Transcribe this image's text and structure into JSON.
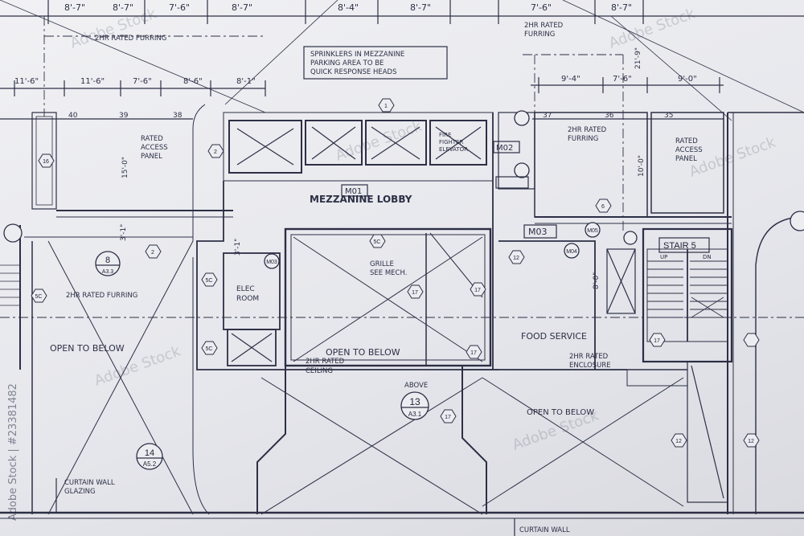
{
  "dimensions": {
    "top": [
      "8'-7\"",
      "8'-7\"",
      "7'-6\"",
      "8'-7\"",
      "8'-4\"",
      "8'-7\"",
      "7'-6\"",
      "8'-7\""
    ],
    "second_left": [
      "11'-6\"",
      "11'-6\"",
      "7'-6\"",
      "8'-6\"",
      "8'-1\""
    ],
    "second_right": [
      "9'-4\"",
      "7'-6\"",
      "9'-0\""
    ],
    "vertical": [
      "21'-9\"",
      "15'-0\"",
      "3'-1\"",
      "3'-1\"",
      "8'-0\"",
      "10'-0\""
    ]
  },
  "notes": {
    "sprinkler": [
      "SPRINKLERS IN MEZZANINE",
      "PARKING AREA TO BE",
      "QUICK RESPONSE HEADS"
    ],
    "furring_top": "2HR RATED FURRING",
    "furring_right": [
      "2HR RATED",
      "FURRING"
    ],
    "furring_right2": [
      "2HR RATED",
      "FURRING"
    ],
    "access_panel_left": [
      "RATED",
      "ACCESS",
      "PANEL"
    ],
    "access_panel_right": [
      "RATED",
      "ACCESS",
      "PANEL"
    ],
    "furring_left": "2HR RATED FURRING",
    "grille": [
      "GRILLE",
      "SEE MECH."
    ],
    "ceiling": [
      "2HR RATED",
      "CEILING"
    ],
    "enclosure": [
      "2HR RATED",
      "ENCLOSURE"
    ],
    "elevator": [
      "FIRE",
      "FIGHTER",
      "ELEVATOR"
    ],
    "above": "ABOVE",
    "curtain_wall_glazing": [
      "CURTAIN WALL",
      "GLAZING"
    ],
    "curtain_wall_bottom": "CURTAIN WALL"
  },
  "rooms": {
    "lobby": "MEZZANINE LOBBY",
    "lobby_tag": "M01",
    "tag_m02": "M02",
    "tag_m03": "M03",
    "elec": [
      "ELEC",
      "ROOM"
    ],
    "food": "FOOD SERVICE",
    "stair": "STAIR 5",
    "stair_up": "UP",
    "stair_dn": "DN",
    "open_left": "OPEN TO BELOW",
    "open_center": "OPEN TO BELOW",
    "open_right": "OPEN TO BELOW"
  },
  "grid_numbers": [
    "40",
    "39",
    "38",
    "37",
    "36",
    "35"
  ],
  "section_markers": [
    {
      "num": "8",
      "sheet": "A3.3"
    },
    {
      "num": "13",
      "sheet": "A3.1"
    },
    {
      "num": "14",
      "sheet": "A5.2"
    }
  ],
  "keynotes": {
    "k_top": "1",
    "k_upper_left": "16",
    "k_left": "2",
    "k_center": "2",
    "k_stack": [
      "5C",
      "5C",
      "5C",
      "5C"
    ],
    "k_mid": [
      "17",
      "17",
      "17",
      "17",
      "12",
      "12",
      "12",
      "17"
    ],
    "k_cut": "6",
    "k_door": [
      "M03",
      "M04",
      "M05"
    ]
  },
  "watermark": {
    "side": "Adobe Stock | #23381482",
    "tiles": [
      "Adobe Stock",
      "Adobe Stock",
      "Adobe Stock",
      "Adobe Stock",
      "Adobe Stock",
      "Adobe Stock"
    ]
  }
}
